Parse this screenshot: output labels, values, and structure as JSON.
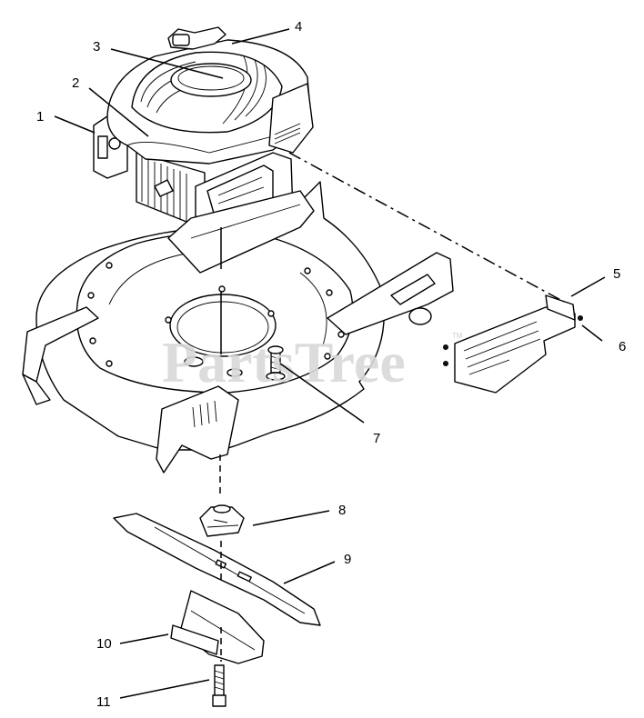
{
  "watermark": {
    "text": "PartsTree",
    "tm": "TM"
  },
  "callouts": [
    {
      "id": "1",
      "label": "1"
    },
    {
      "id": "2",
      "label": "2"
    },
    {
      "id": "3",
      "label": "3"
    },
    {
      "id": "4",
      "label": "4"
    },
    {
      "id": "5",
      "label": "5"
    },
    {
      "id": "6",
      "label": "6"
    },
    {
      "id": "7",
      "label": "7"
    },
    {
      "id": "8",
      "label": "8"
    },
    {
      "id": "9",
      "label": "9"
    },
    {
      "id": "10",
      "label": "10"
    },
    {
      "id": "11",
      "label": "11"
    }
  ]
}
